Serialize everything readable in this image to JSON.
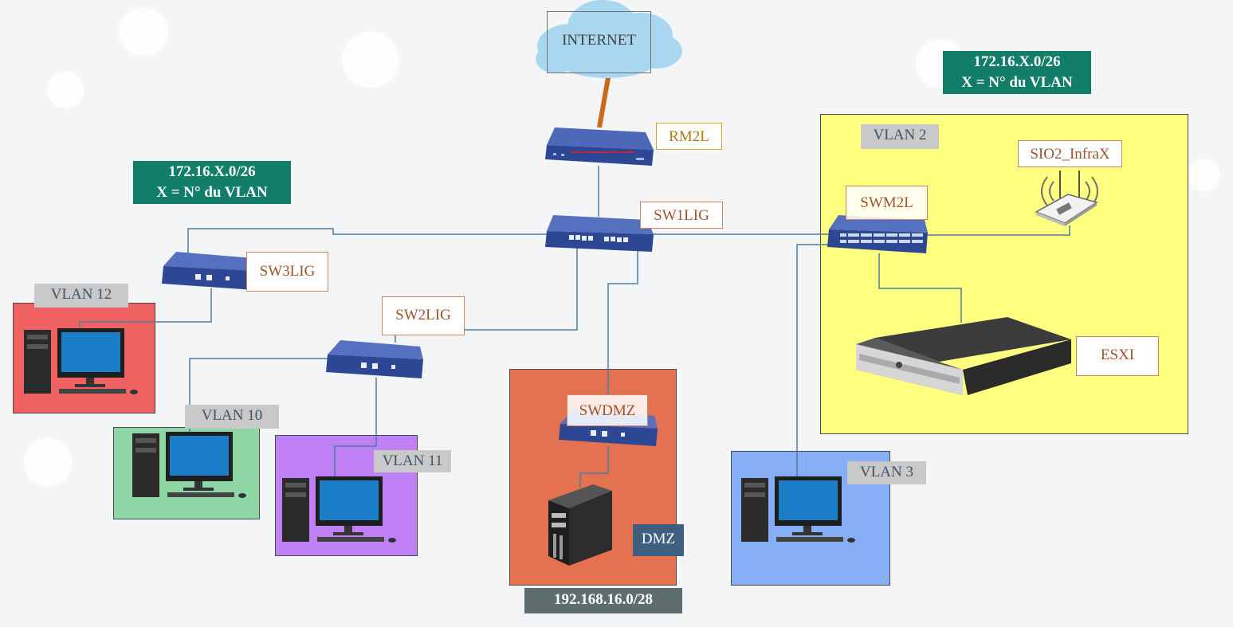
{
  "internet": {
    "label": "INTERNET"
  },
  "devices": {
    "router": "RM2L",
    "core_switch": "SW1LIG",
    "switch_2": "SW2LIG",
    "switch_3": "SW3LIG",
    "switch_dmz": "SWDMZ",
    "switch_m2l": "SWM2L",
    "wifi_ap": "SIO2_InfraX",
    "esxi": "ESXI"
  },
  "vlans": {
    "vlan12": "VLAN 12",
    "vlan10": "VLAN 10",
    "vlan11": "VLAN 11",
    "vlan2": "VLAN 2",
    "vlan3": "VLAN 3"
  },
  "subnets": {
    "left": {
      "line1": "172.16.X.0/26",
      "line2": "X = N° du VLAN"
    },
    "right": {
      "line1": "172.16.X.0/26",
      "line2": "X = N° du VLAN"
    },
    "dmz_network": "192.168.16.0/28"
  },
  "dmz": {
    "label": "DMZ"
  },
  "colors": {
    "vlan12": "#f06262",
    "vlan10": "#8fd6a5",
    "vlan11": "#bf7ff5",
    "dmz": "#e47250",
    "vlan3": "#86aef5",
    "vlan2": "#ffff80",
    "link": "#4a7fa0",
    "subnet_badge": "#127d68"
  }
}
